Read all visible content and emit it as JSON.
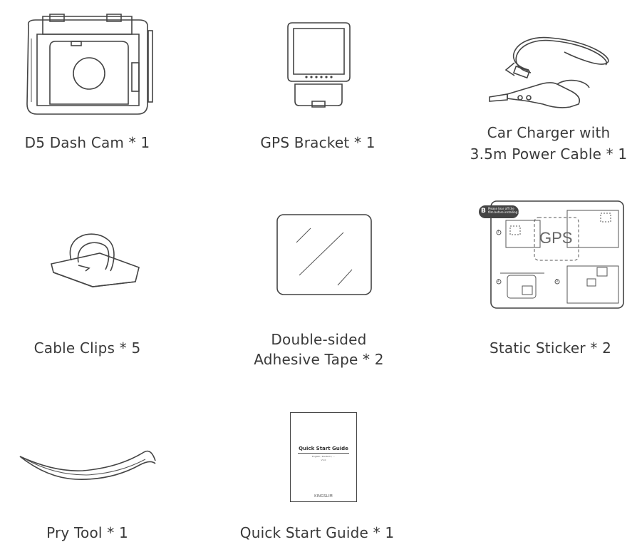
{
  "items": [
    {
      "label": "D5 Dash Cam * 1"
    },
    {
      "label": "GPS Bracket * 1"
    },
    {
      "label_line1": "Car Charger with",
      "label_line2": "3.5m Power Cable * 1"
    },
    {
      "label": "Cable Clips * 5"
    },
    {
      "label_line1": "Double-sided",
      "label_line2": "Adhesive Tape * 2"
    },
    {
      "label": "Static Sticker * 2"
    },
    {
      "label": "Pry Tool * 1"
    },
    {
      "label": "Quick Start Guide * 1"
    }
  ],
  "sticker": {
    "badge": "B",
    "gps_text": "GPS",
    "note_line1": "Please tear off the",
    "note_line2": "film before installing it",
    "step1": "1",
    "step2": "2",
    "step3": "3"
  },
  "guide": {
    "title": "Quick Start Guide",
    "subtitle": "English / Deutsch / ...",
    "version": "V1.0",
    "brand": "KINGSLIM"
  }
}
